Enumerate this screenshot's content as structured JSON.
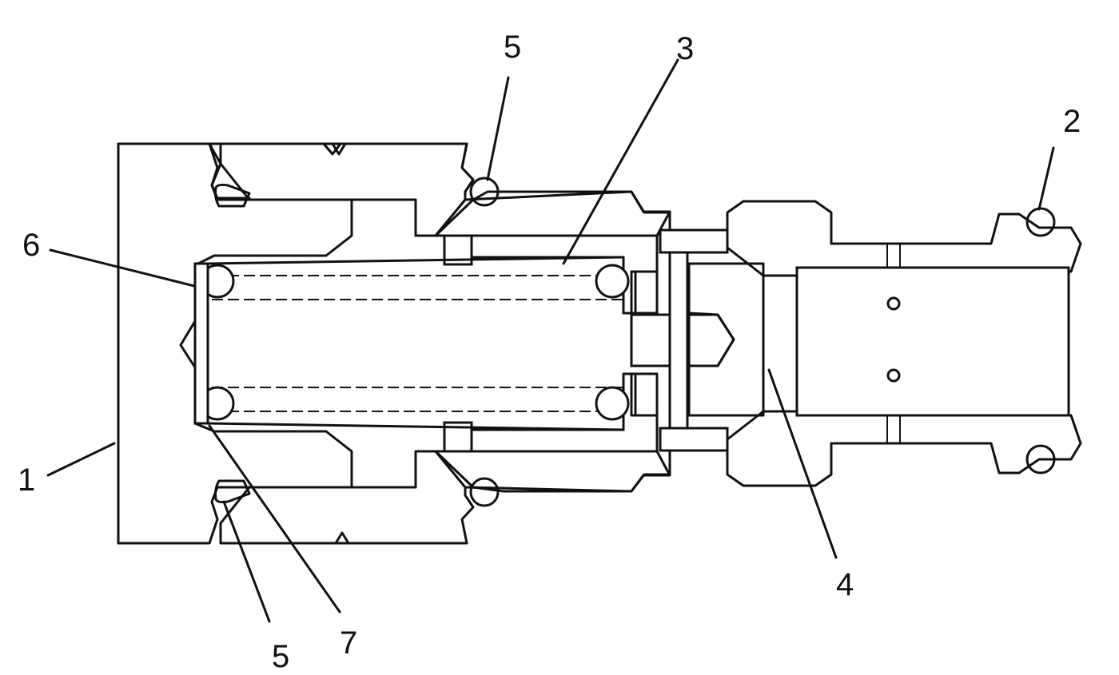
{
  "diagram": {
    "callouts": [
      {
        "id": "callout-1",
        "label": "1"
      },
      {
        "id": "callout-2",
        "label": "2"
      },
      {
        "id": "callout-3",
        "label": "3"
      },
      {
        "id": "callout-4",
        "label": "4"
      },
      {
        "id": "callout-5-top",
        "label": "5"
      },
      {
        "id": "callout-5-bottom",
        "label": "5"
      },
      {
        "id": "callout-6",
        "label": "6"
      },
      {
        "id": "callout-7",
        "label": "7"
      }
    ],
    "colors": {
      "line": "#111111",
      "background": "#ffffff"
    }
  }
}
